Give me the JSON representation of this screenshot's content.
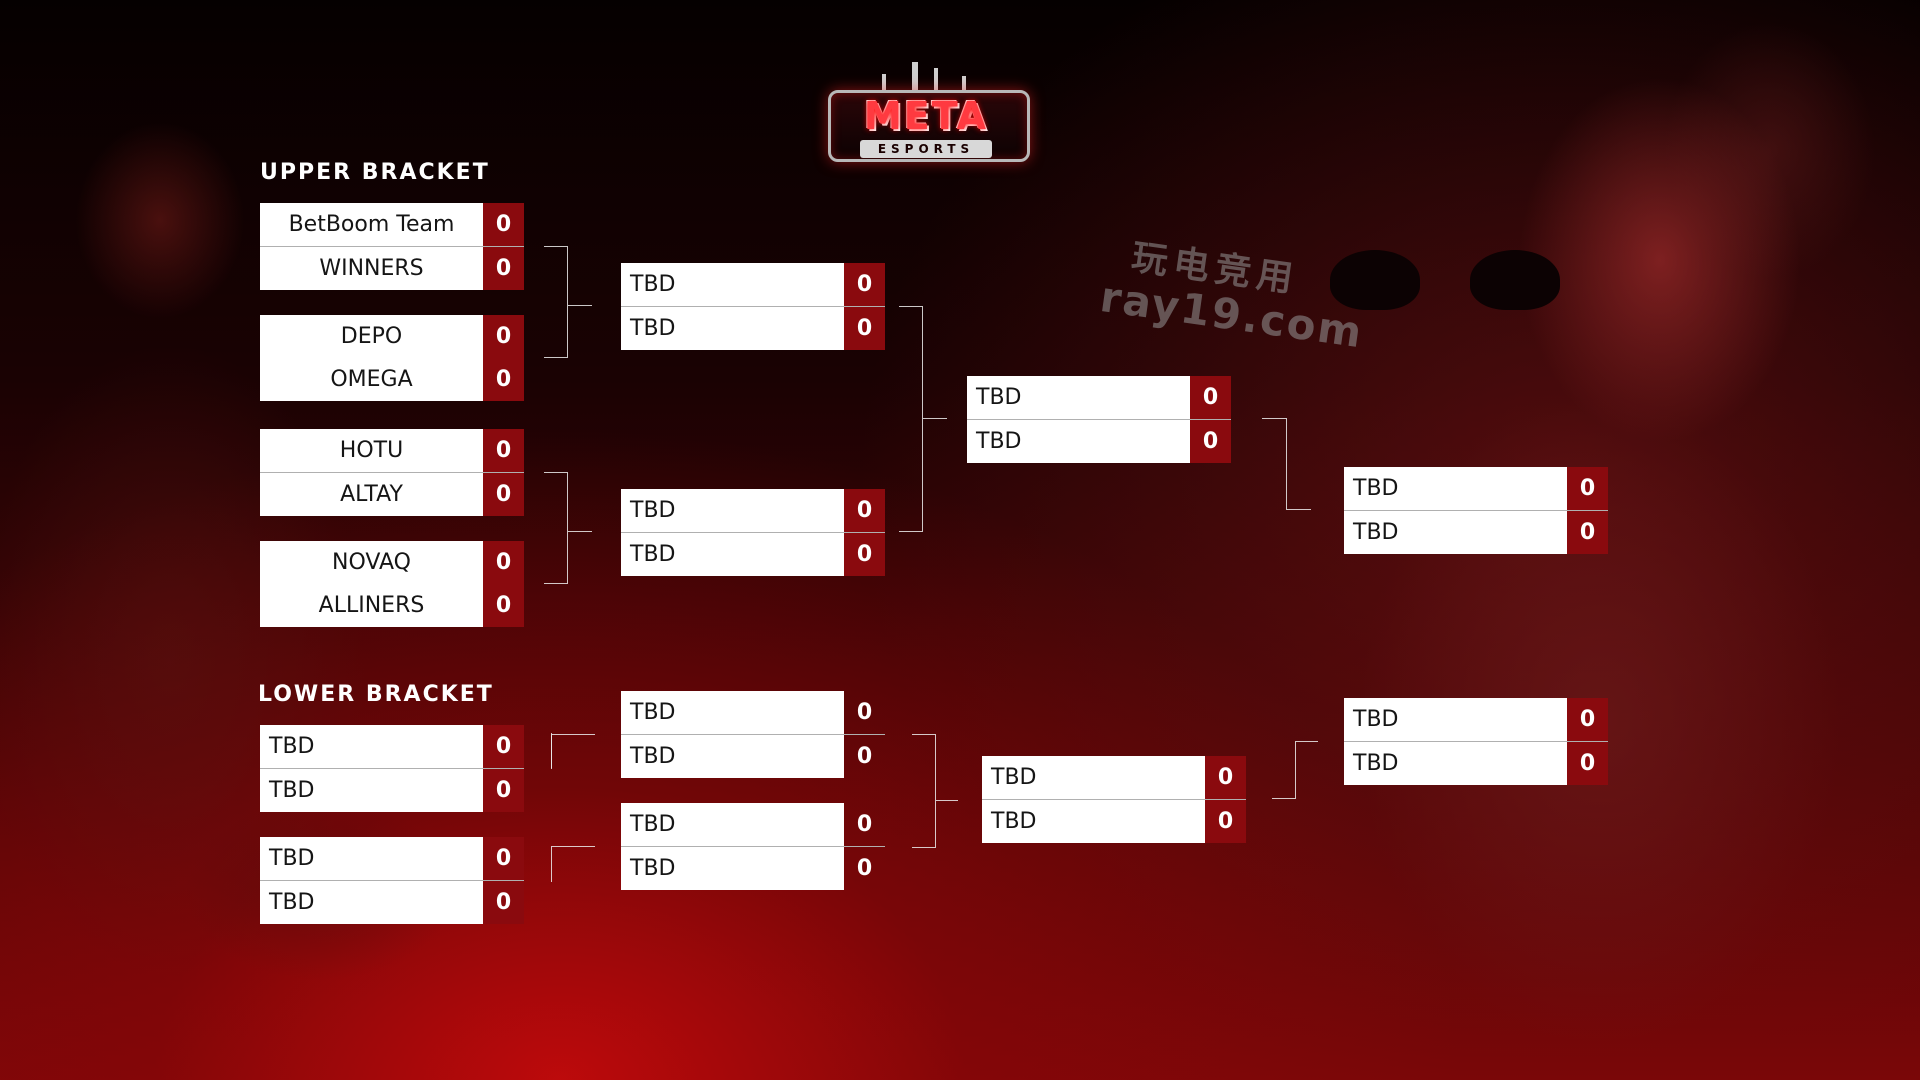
{
  "logo": {
    "main_text": "META",
    "sub_text": "ESPORTS"
  },
  "watermark": {
    "line1": "玩电竞用",
    "line2": "ray19.com"
  },
  "upper_bracket": {
    "title": "UPPER BRACKET",
    "round1": [
      {
        "team1": "BetBoom Team",
        "score1": "0",
        "team2": "WINNERS",
        "score2": "0"
      },
      {
        "team1": "DEPO",
        "score1": "0",
        "team2": "OMEGA",
        "score2": "0"
      },
      {
        "team1": "HOTU",
        "score1": "0",
        "team2": "ALTAY",
        "score2": "0"
      },
      {
        "team1": "NOVAQ",
        "score1": "0",
        "team2": "ALLINERS",
        "score2": "0"
      }
    ],
    "round2": [
      {
        "team1": "TBD",
        "score1": "0",
        "team2": "TBD",
        "score2": "0"
      },
      {
        "team1": "TBD",
        "score1": "0",
        "team2": "TBD",
        "score2": "0"
      }
    ],
    "round3": [
      {
        "team1": "TBD",
        "score1": "0",
        "team2": "TBD",
        "score2": "0"
      }
    ],
    "final": [
      {
        "team1": "TBD",
        "score1": "0",
        "team2": "TBD",
        "score2": "0"
      }
    ]
  },
  "lower_bracket": {
    "title": "LOWER BRACKET",
    "round1": [
      {
        "team1": "TBD",
        "score1": "0",
        "team2": "TBD",
        "score2": "0"
      },
      {
        "team1": "TBD",
        "score1": "0",
        "team2": "TBD",
        "score2": "0"
      }
    ],
    "round2": [
      {
        "team1": "TBD",
        "score1": "0",
        "team2": "TBD",
        "score2": "0"
      },
      {
        "team1": "TBD",
        "score1": "0",
        "team2": "TBD",
        "score2": "0"
      }
    ],
    "round3": [
      {
        "team1": "TBD",
        "score1": "0",
        "team2": "TBD",
        "score2": "0"
      }
    ],
    "final": [
      {
        "team1": "TBD",
        "score1": "0",
        "team2": "TBD",
        "score2": "0"
      }
    ]
  },
  "colors": {
    "score_box": "#8a0a0e",
    "team_box": "#ffffff",
    "background_accent": "#c80a0c"
  }
}
